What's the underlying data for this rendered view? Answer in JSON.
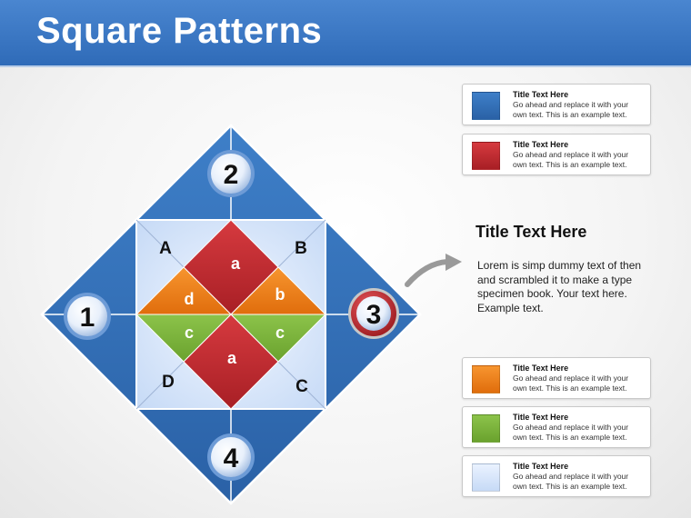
{
  "title": "Square Patterns",
  "numbers": {
    "top": "2",
    "left": "1",
    "right": "3",
    "bottom": "4"
  },
  "corners": {
    "tl": "A",
    "tr": "B",
    "bl": "D",
    "br": "C"
  },
  "cells": {
    "top": "a",
    "left": "d",
    "right": "b",
    "lower_left": "c",
    "lower_right": "c",
    "bottom": "a"
  },
  "side_title": "Title Text Here",
  "side_text": "Lorem is simp dummy text of then and scrambled it to make a type specimen book. Your text here. Example text.",
  "legend": [
    {
      "title": "Title Text Here",
      "text": "Go ahead and replace it with your own text. This is an example text.",
      "color": "#2f6db3"
    },
    {
      "title": "Title Text Here",
      "text": "Go ahead and replace it with your own text. This is an example text.",
      "color": "#c0272d"
    },
    {
      "title": "Title Text Here",
      "text": "Go ahead and replace it with your own text. This is an example text.",
      "color": "#ee7d1a"
    },
    {
      "title": "Title Text Here",
      "text": "Go ahead and replace it with your own text. This is an example text.",
      "color": "#7ab23a"
    },
    {
      "title": "Title Text Here",
      "text": "Go ahead and replace it with your own text. This is an example text.",
      "color": "#d4e4fa"
    }
  ],
  "colors": {
    "blue": "#2f6db3",
    "red": "#c0272d",
    "orange": "#ee7d1a",
    "green": "#7ab23a",
    "light": "#d4e4fa"
  }
}
